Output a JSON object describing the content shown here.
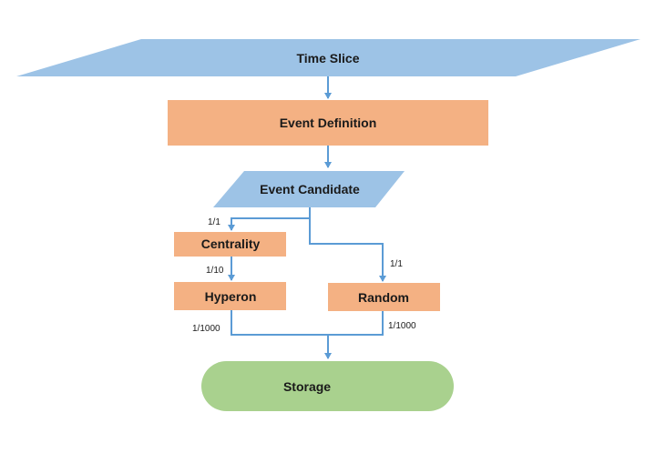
{
  "colors": {
    "blue_shape": "#9dc3e6",
    "orange_shape": "#f4b183",
    "green_shape": "#a9d18e",
    "connector": "#5b9bd5"
  },
  "nodes": {
    "time_slice": "Time Slice",
    "event_definition": "Event Definition",
    "event_candidate": "Event Candidate",
    "centrality": "Centrality",
    "hyperon": "Hyperon",
    "random": "Random",
    "storage": "Storage"
  },
  "edge_labels": {
    "to_centrality": "1/1",
    "centrality_to_hyperon": "1/10",
    "to_random": "1/1",
    "hyperon_to_storage": "1/1000",
    "random_to_storage": "1/1000"
  }
}
